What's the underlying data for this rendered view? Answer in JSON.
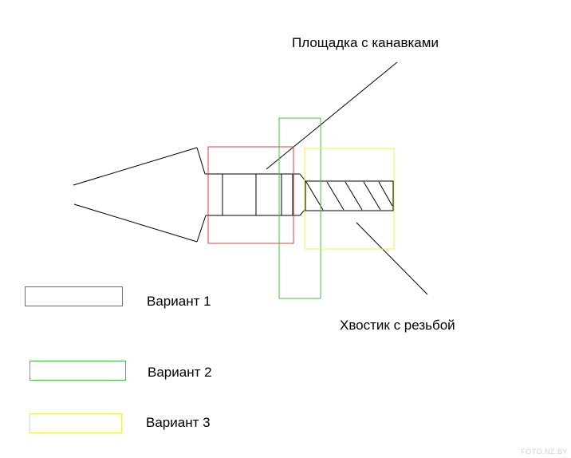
{
  "callouts": {
    "grooved_platform": "Площадка с канавками",
    "threaded_tail": "Хвостик с резьбой"
  },
  "legend": [
    {
      "label": "Вариант 1",
      "color": "#e03c3c"
    },
    {
      "label": "Вариант 2",
      "color": "#3cc83c"
    },
    {
      "label": "Вариант 3",
      "color": "#f0f046"
    }
  ],
  "watermark": "FOTO.NZ.BY"
}
